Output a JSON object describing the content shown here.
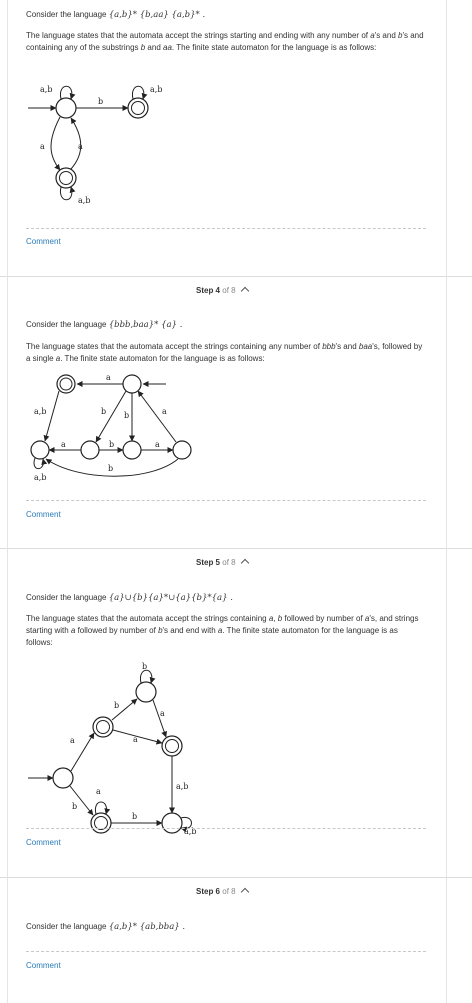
{
  "step3": {
    "intro": "Consider the language ",
    "math": "{a,b}* {b,aa} {a,b}* .",
    "desc_parts": [
      "The language states that the automata accept the strings starting and ending with any number of ",
      "a",
      "'s and ",
      "b",
      "'s and containing any of the substrings ",
      "b",
      " and ",
      "aa",
      ". The finite state automaton for the language is as follows:"
    ],
    "diagram_labels": {
      "loop_start": "a,b",
      "to_accept": "b",
      "loop_accept": "a,b",
      "down": "a",
      "up": "a",
      "loop_bottom": "a,b"
    },
    "comment": "Comment"
  },
  "step4": {
    "step_word": "Step 4",
    "of": "of 8",
    "intro": "Consider the language ",
    "math": "{bbb,baa}* {a} .",
    "desc_parts": [
      "The language states that the automata accept the strings containing any number of ",
      "bbb",
      "'s and ",
      "baa",
      "'s, followed by a single ",
      "a",
      ". The finite state automaton for the language is as follows:"
    ],
    "diagram_labels": {
      "top": "a",
      "left_upper": "a,b",
      "b1": "b",
      "b2": "b",
      "a_right": "a",
      "a_bottom_left": "a",
      "b_mid": "b",
      "a_bottom_right": "a",
      "b_under": "b",
      "loop": "a,b"
    },
    "comment": "Comment"
  },
  "step5": {
    "step_word": "Step 5",
    "of": "of 8",
    "intro": "Consider the language ",
    "math": "{a}∪{b}{a}*∪{a}{b}*{a} .",
    "desc_parts": [
      "The language states that the automata accept the strings containing ",
      "a",
      ", ",
      "b",
      " followed by number of ",
      "a",
      "'s, and strings starting with ",
      "a",
      " followed by number of ",
      "b",
      "'s and end with ",
      "a",
      ". The finite state automaton for the language is as follows:"
    ],
    "diagram_labels": {
      "loop_top": "b",
      "b_up": "b",
      "a_right_top": "a",
      "a_mid": "a",
      "a_start_up": "a",
      "b_start_down": "b",
      "a_loop_lower": "a",
      "b_lower": "b",
      "ab_down": "a,b",
      "ab_loop": "a,b"
    },
    "comment": "Comment"
  },
  "step6": {
    "step_word": "Step 6",
    "of": "of 8",
    "intro": "Consider the language ",
    "math": "{a,b}* {ab,bba} .",
    "comment": "Comment"
  }
}
